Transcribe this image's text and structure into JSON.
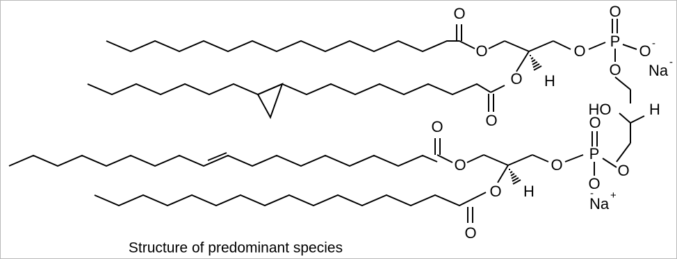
{
  "labels": {
    "O": "O",
    "P": "P",
    "H": "H",
    "HO": "HO",
    "Na": "Na",
    "minus": "-",
    "plus": "+"
  },
  "caption": "Structure of predominant species"
}
